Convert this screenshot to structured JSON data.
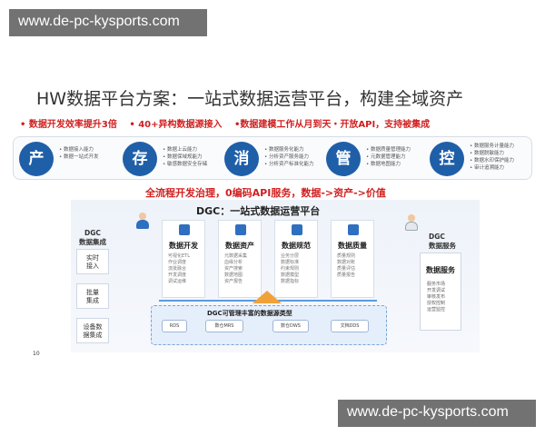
{
  "watermark": {
    "top": "www.de-pc-kysports.com",
    "bottom": "www.de-pc-kysports.com"
  },
  "slide": {
    "title": "HW数据平台方案：一站式数据运营平台，构建全域资产",
    "highlights": [
      "•  数据开发效率提升3倍",
      "• 40+异构数据源接入",
      "•数据建模工作从月到天・开放API，支持被集成"
    ],
    "pillars": [
      {
        "char": "产",
        "items": [
          "数据接入能力",
          "数据一站式开发"
        ]
      },
      {
        "char": "存",
        "items": [
          "数据上云能力",
          "数据保域规能力",
          "敏感数据安全存储"
        ]
      },
      {
        "char": "消",
        "items": [
          "数据服务化能力",
          "分析资产服务能力",
          "分析资产标准化能力"
        ]
      },
      {
        "char": "管",
        "items": [
          "数据质量管理能力",
          "元数据管理能力",
          "数据地图能力"
        ]
      },
      {
        "char": "控",
        "items": [
          "数据服务计量能力",
          "数据脱敏能力",
          "数据水印保护能力",
          "审计追溯能力"
        ]
      }
    ],
    "flow_text": "全流程开发治理，0编码API服务，数据->资产->价值",
    "left": {
      "title": "DGC\n数据集成",
      "boxes": [
        "实时\n接入",
        "批量\n集成",
        "设备数\n据集成"
      ]
    },
    "center_title": "DGC：一站式数据运营平台",
    "modules": [
      {
        "title": "数据开发",
        "items": [
          "可视化ETL",
          "作业调度",
          "流批融合",
          "开发调度",
          "调试运维"
        ]
      },
      {
        "title": "数据资产",
        "items": [
          "元数据采集",
          "血缘分析",
          "资产搜索",
          "数据地图",
          "资产报告"
        ]
      },
      {
        "title": "数据规范",
        "items": [
          "业务分层",
          "数据标准",
          "约束规则",
          "数据模型",
          "数据指标"
        ]
      },
      {
        "title": "数据质量",
        "items": [
          "质量规则",
          "数据对账",
          "质量评估",
          "质量报告"
        ]
      }
    ],
    "sources": {
      "title": "DGC可管理丰富的数据源类型",
      "items": [
        "RDS",
        "数仓MRS",
        "数仓DWS",
        "文档DDS"
      ]
    },
    "right": {
      "title": "DGC\n数据服务",
      "panel_title": "数据服务",
      "items": [
        "服务市场",
        "开发调试",
        "审核发布",
        "授权控制",
        "运营监控"
      ]
    },
    "page_number": "10"
  },
  "colors": {
    "accent": "#1f5fa8",
    "highlight": "#d11f1f",
    "arrow": "#f0a23a"
  }
}
